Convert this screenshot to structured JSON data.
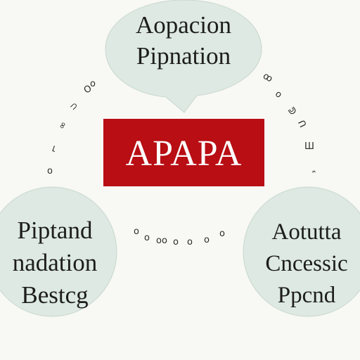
{
  "colors": {
    "background": "#f8f8f4",
    "bubble": "#dde9e2",
    "center_box": "#b80e14",
    "center_text": "#ffffff",
    "text": "#1d1d1d"
  },
  "top_bubble": {
    "lines": [
      "Aopacion",
      "Pipnation"
    ]
  },
  "center": {
    "label": "APAPA"
  },
  "left_bubble": {
    "lines": [
      "Piptand",
      "nadation",
      "Bestcg"
    ]
  },
  "right_bubble": {
    "lines": [
      "Aotutta",
      "Cncessic",
      "Ppcnd"
    ]
  },
  "connectors": {
    "left_arc": [
      "o",
      "⌐",
      "∞",
      "⊃",
      "O",
      "o"
    ],
    "right_arc": [
      "ꝏ",
      "o",
      "ᕲ",
      "ᑎ",
      "Ш",
      "ᓫ"
    ],
    "bottom_arc": [
      "o",
      "o",
      "oo",
      "o",
      "o",
      "o",
      "o"
    ]
  }
}
